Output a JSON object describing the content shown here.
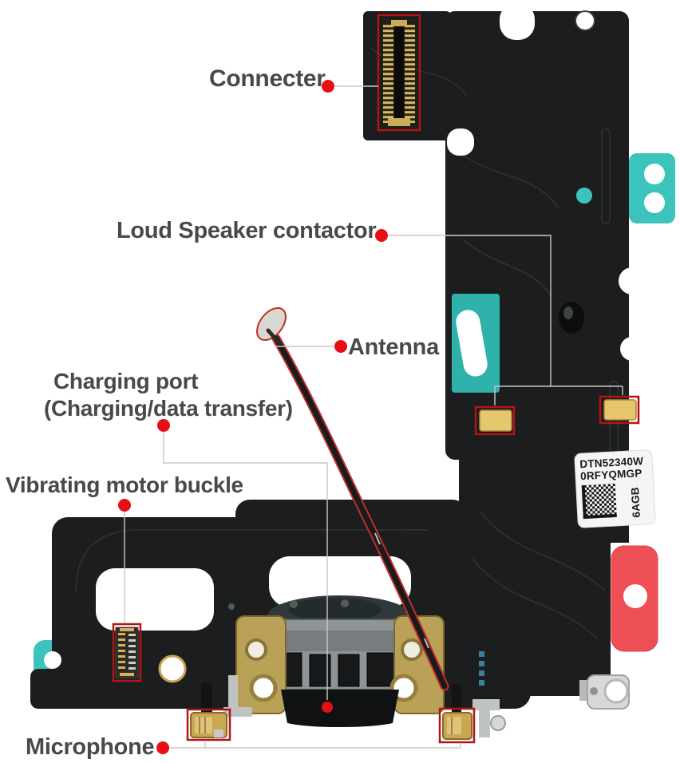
{
  "diagram": {
    "type": "annotated-parts-diagram",
    "subject": "phone charging port flex cable assembly",
    "labels": {
      "connector": "Connecter",
      "loud_speaker": "Loud Speaker contactor",
      "antenna": "Antenna",
      "charging_port_line1": "Charging port",
      "charging_port_line2": "(Charging/data transfer)",
      "vibrating_motor": "Vibrating motor buckle",
      "microphone": "Microphone"
    },
    "sticker": {
      "line1": "DTN52340W",
      "line2": "0RFYQMGP",
      "side_code": "6AGB"
    },
    "colors": {
      "board": "#1b1d1e",
      "teal": "#3cc4bc",
      "red_tab": "#ee4f54",
      "annotation_box": "#b51315",
      "pointer_dot": "#e60f15",
      "leader_line": "#c9c9c9",
      "gold": "#d9b968",
      "label_text": "#474a4b",
      "background": "#ffffff"
    }
  }
}
